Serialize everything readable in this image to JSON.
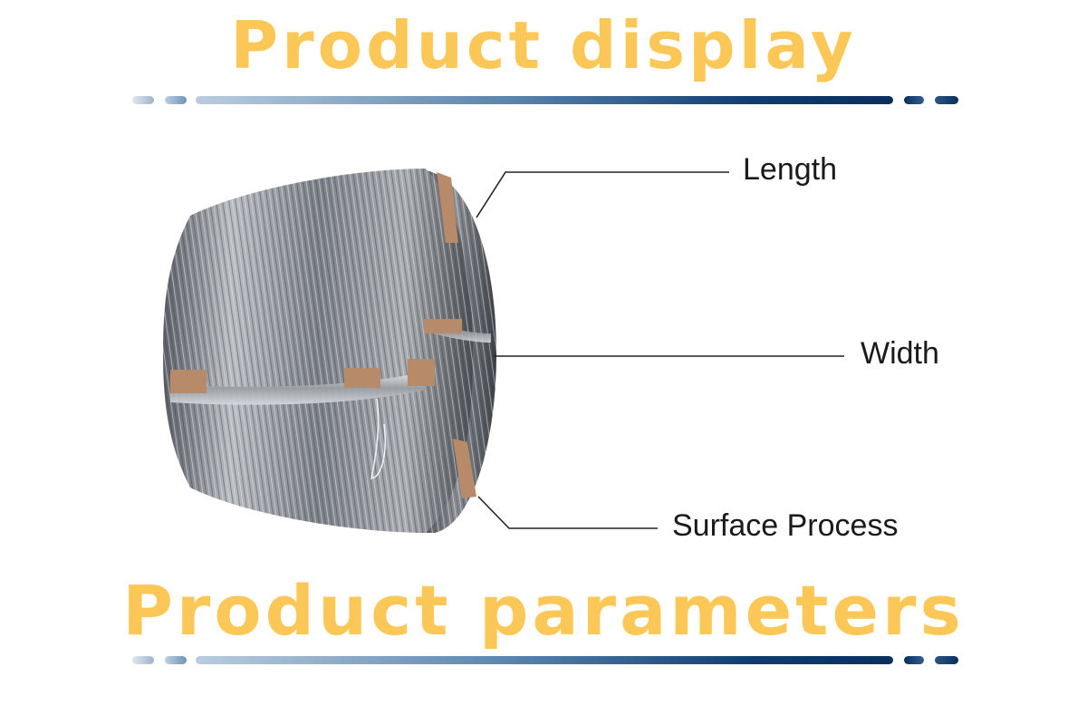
{
  "header": {
    "title": "Product display",
    "title_color": "#fbc757"
  },
  "callouts": {
    "length": "Length",
    "width": "Width",
    "surface_process": "Surface Process"
  },
  "footer": {
    "title": "Product parameters",
    "title_color": "#fbc757"
  },
  "colors": {
    "divider_dark": "#0a2f5e",
    "divider_light": "#dfe7ef",
    "text": "#1a1a1a"
  }
}
